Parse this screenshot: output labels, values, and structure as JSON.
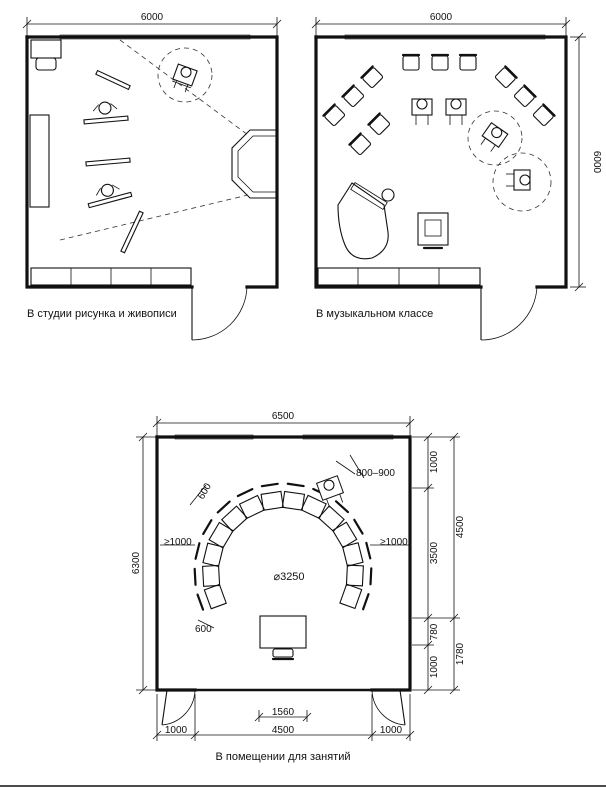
{
  "studio": {
    "caption": "В студии рисунка и живописи",
    "dim_width": "6000"
  },
  "music": {
    "caption": "В музыкальном классе",
    "dim_width": "6000",
    "dim_height": "6000"
  },
  "classroom": {
    "caption": "В помещении для занятий",
    "dim_width": "6500",
    "dim_height_left": "6300",
    "dim_right_segments": [
      "1000",
      "3500",
      "780",
      "1000"
    ],
    "dim_right_total_top": "4500",
    "dim_right_total_bottom": "1780",
    "dim_bottom_left": "1000",
    "dim_bottom_center": "4500",
    "dim_bottom_right": "1000",
    "dim_table": "1560",
    "diameter": "⌀3250",
    "gap_left": "≥1000",
    "gap_right": "≥1000",
    "chair_spacing_top": "600",
    "chair_spacing_bottom": "600",
    "teacher_range": "800–900"
  }
}
